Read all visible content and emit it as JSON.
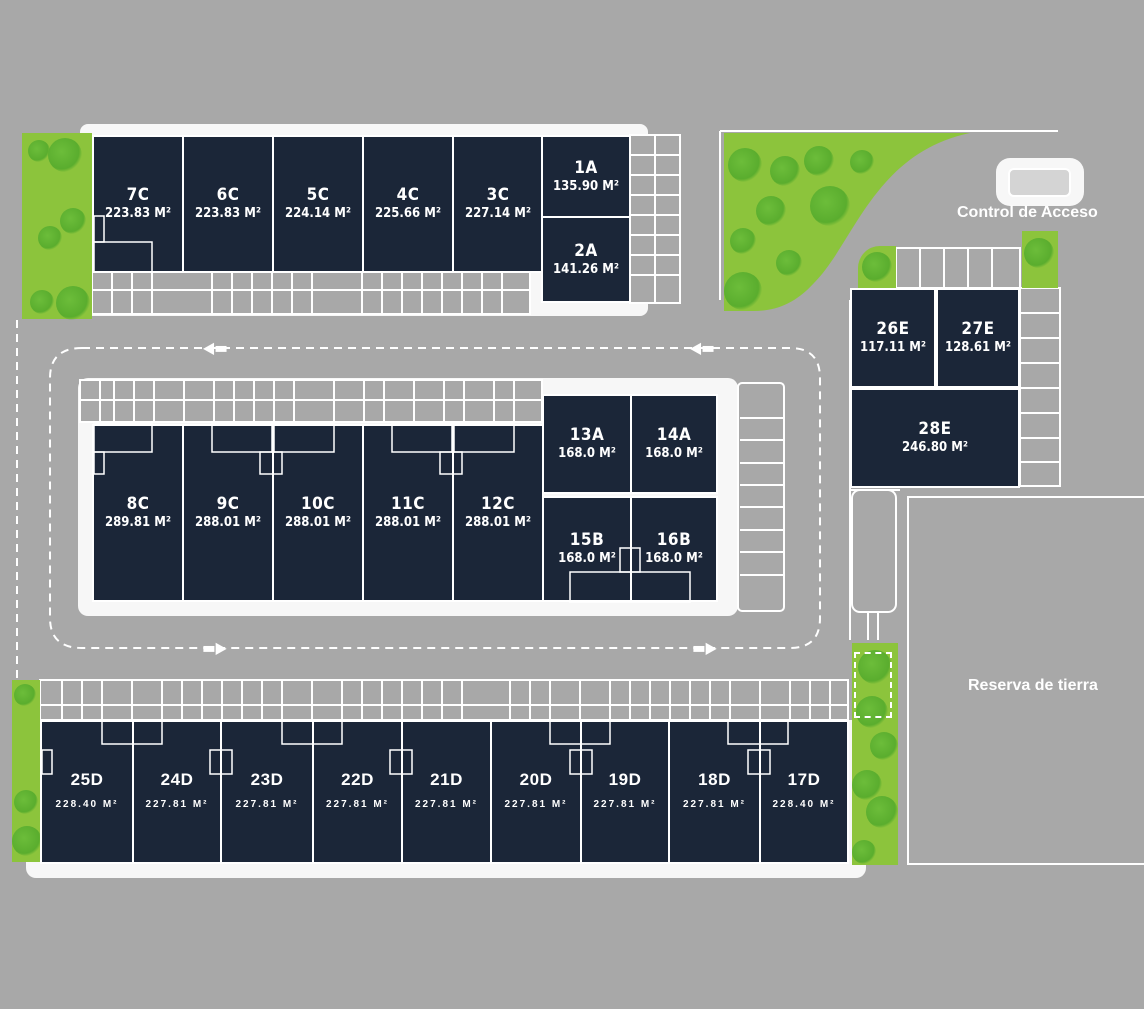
{
  "map": {
    "background": "#a8a8a8",
    "unit_color": "#1b2638",
    "green_color": "#8cc43c",
    "labels": {
      "access_control": "Control de Acceso",
      "land_reserve": "Reserva de tierra"
    },
    "road_arrows": {
      "top_left": "arrow-left",
      "top_right": "arrow-left",
      "bottom_left": "arrow-right",
      "bottom_right": "arrow-right"
    }
  },
  "units": {
    "u7C": {
      "name": "7C",
      "area": "223.83 M²"
    },
    "u6C": {
      "name": "6C",
      "area": "223.83 M²"
    },
    "u5C": {
      "name": "5C",
      "area": "224.14 M²"
    },
    "u4C": {
      "name": "4C",
      "area": "225.66 M²"
    },
    "u3C": {
      "name": "3C",
      "area": "227.14 M²"
    },
    "u1A": {
      "name": "1A",
      "area": "135.90 M²"
    },
    "u2A": {
      "name": "2A",
      "area": "141.26 M²"
    },
    "u26E": {
      "name": "26E",
      "area": "117.11 M²"
    },
    "u27E": {
      "name": "27E",
      "area": "128.61 M²"
    },
    "u28E": {
      "name": "28E",
      "area": "246.80 M²"
    },
    "u8C": {
      "name": "8C",
      "area": "289.81 M²"
    },
    "u9C": {
      "name": "9C",
      "area": "288.01 M²"
    },
    "u10C": {
      "name": "10C",
      "area": "288.01 M²"
    },
    "u11C": {
      "name": "11C",
      "area": "288.01 M²"
    },
    "u12C": {
      "name": "12C",
      "area": "288.01 M²"
    },
    "u13A": {
      "name": "13A",
      "area": "168.0 M²"
    },
    "u14A": {
      "name": "14A",
      "area": "168.0 M²"
    },
    "u15B": {
      "name": "15B",
      "area": "168.0 M²"
    },
    "u16B": {
      "name": "16B",
      "area": "168.0 M²"
    },
    "u25D": {
      "name": "25D",
      "area": "228.40 M²"
    },
    "u24D": {
      "name": "24D",
      "area": "227.81 M²"
    },
    "u23D": {
      "name": "23D",
      "area": "227.81 M²"
    },
    "u22D": {
      "name": "22D",
      "area": "227.81 M²"
    },
    "u21D": {
      "name": "21D",
      "area": "227.81 M²"
    },
    "u20D": {
      "name": "20D",
      "area": "227.81 M²"
    },
    "u19D": {
      "name": "19D",
      "area": "227.81 M²"
    },
    "u18D": {
      "name": "18D",
      "area": "227.81 M²"
    },
    "u17D": {
      "name": "17D",
      "area": "228.40 M²"
    }
  }
}
